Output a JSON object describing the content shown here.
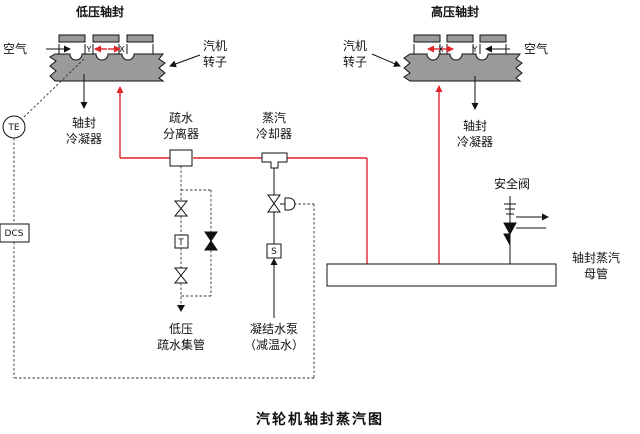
{
  "labels": {
    "lp_title": "低压轴封",
    "hp_title": "高压轴封",
    "air_left": "空气",
    "air_right": "空气",
    "rotor_left_1": "汽机",
    "rotor_left_2": "转子",
    "rotor_right_1": "汽机",
    "rotor_right_2": "转子",
    "cond_left_1": "轴封",
    "cond_left_2": "冷凝器",
    "cond_right_1": "轴封",
    "cond_right_2": "冷凝器",
    "separator_1": "疏水",
    "separator_2": "分离器",
    "cooler_1": "蒸汽",
    "cooler_2": "冷却器",
    "safety_valve": "安全阀",
    "header_1": "轴封蒸汽",
    "header_2": "母管",
    "drain_1": "低压",
    "drain_2": "疏水集管",
    "pump_1": "凝结水泵",
    "pump_2": "（减温水）",
    "te": "TE",
    "dcs": "DCS",
    "trap_mark": "T",
    "strainer_mark": "S",
    "mark_x": "X",
    "mark_y": "Y",
    "caption": "汽轮机轴封蒸汽图"
  }
}
